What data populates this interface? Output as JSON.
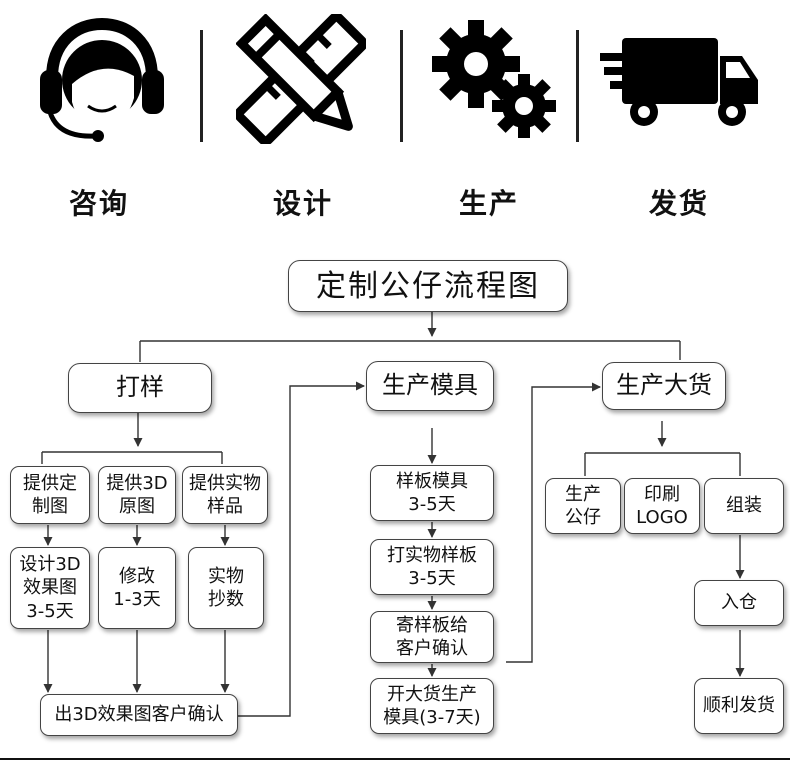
{
  "steps": [
    {
      "label": "咨询",
      "icon": "headset-agent-icon"
    },
    {
      "label": "设计",
      "icon": "ruler-pencil-icon"
    },
    {
      "label": "生产",
      "icon": "gears-icon"
    },
    {
      "label": "发货",
      "icon": "delivery-truck-icon"
    }
  ],
  "flow": {
    "title": "定制公仔流程图",
    "sample": {
      "head": "打样",
      "inputs": [
        "提供定\n制图",
        "提供3D\n原图",
        "提供实物\n样品"
      ],
      "actions": [
        "设计3D\n效果图\n3-5天",
        "修改\n1-3天",
        "实物\n抄数"
      ],
      "confirm": "出3D效果图客户确认"
    },
    "mold": {
      "head": "生产模具",
      "steps": [
        "样板模具\n3-5天",
        "打实物样板\n3-5天",
        "寄样板给\n客户确认",
        "开大货生产\n模具(3-7天)"
      ]
    },
    "mass": {
      "head": "生产大货",
      "parts": [
        "生产\n公仔",
        "印刷\nLOGO",
        "组装"
      ],
      "steps": [
        "入仓",
        "顺利发货"
      ]
    }
  }
}
